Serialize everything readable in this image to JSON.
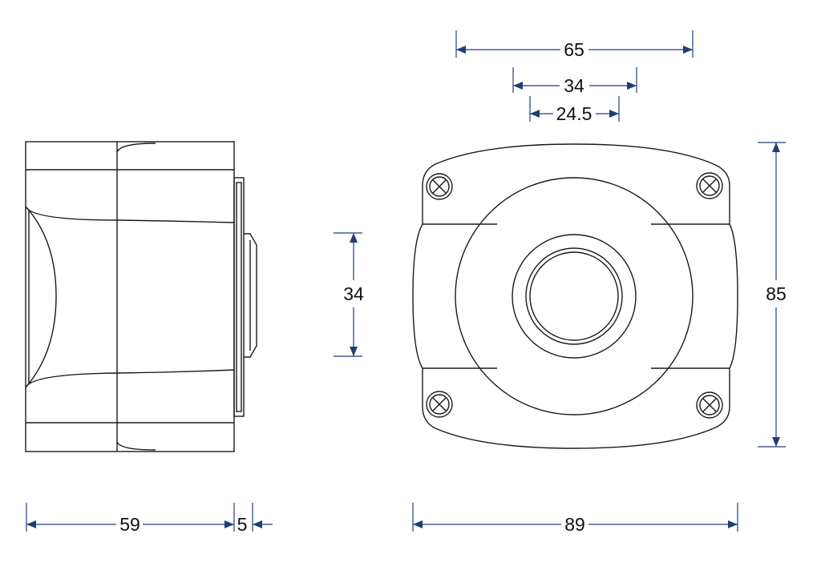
{
  "colors": {
    "outline": "#1a1a1a",
    "dimension": "#1f3f73",
    "dimension_text": "#111111",
    "background": "#ffffff"
  },
  "side_view": {
    "dimensions": {
      "body_width": "59",
      "flange_width": "5"
    }
  },
  "front_view": {
    "dimensions": {
      "mount_spacing": "65",
      "ring_diameter": "34",
      "lens_diameter": "24.5",
      "center_height": "34",
      "total_height": "85",
      "total_width": "89"
    },
    "screws": [
      "cross-screw-icon",
      "cross-screw-icon",
      "cross-screw-icon",
      "cross-screw-icon"
    ]
  }
}
